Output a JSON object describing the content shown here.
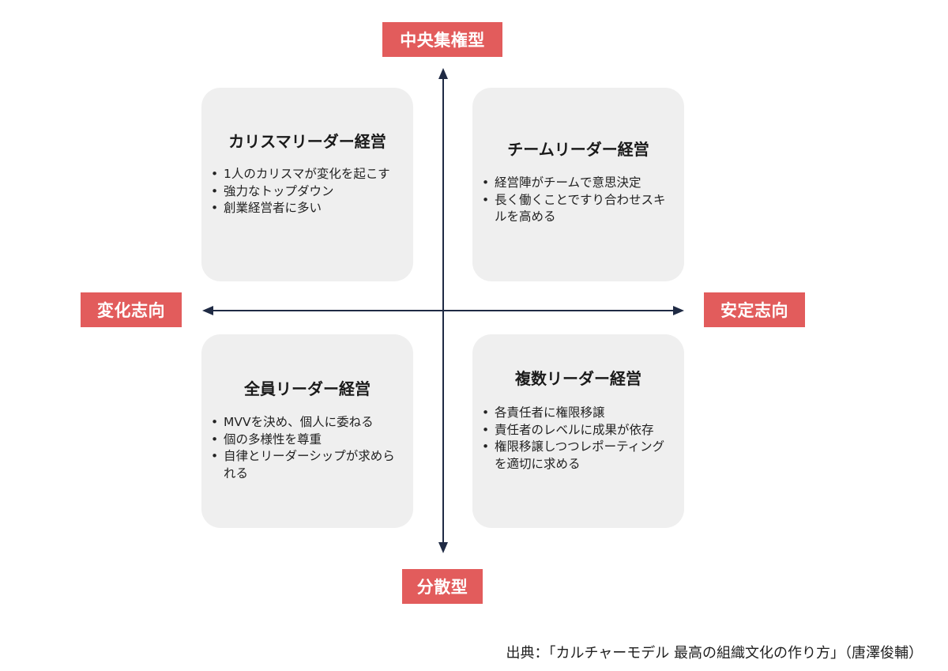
{
  "axes": {
    "top": "中央集権型",
    "bottom": "分散型",
    "left": "変化志向",
    "right": "安定志向"
  },
  "quadrants": {
    "top_left": {
      "title": "カリスマリーダー経営",
      "bullets": [
        "1人のカリスマが変化を起こす",
        "強力なトップダウン",
        "創業経営者に多い"
      ]
    },
    "top_right": {
      "title": "チームリーダー経営",
      "bullets": [
        "経営陣がチームで意思決定",
        "長く働くことですり合わせスキルを高める"
      ]
    },
    "bottom_left": {
      "title": "全員リーダー経営",
      "bullets": [
        "MVVを決め、個人に委ねる",
        "個の多様性を尊重",
        "自律とリーダーシップが求められる"
      ]
    },
    "bottom_right": {
      "title": "複数リーダー経営",
      "bullets": [
        "各責任者に権限移譲",
        "責任者のレベルに成果が依存",
        "権限移譲しつつレポーティングを適切に求める"
      ]
    }
  },
  "source": "出典：「カルチャーモデル 最高の組織文化の作り方」（唐澤俊輔）",
  "colors": {
    "label_bg": "#e25c5c",
    "card_bg": "#efefef",
    "axis": "#1f2a44"
  }
}
